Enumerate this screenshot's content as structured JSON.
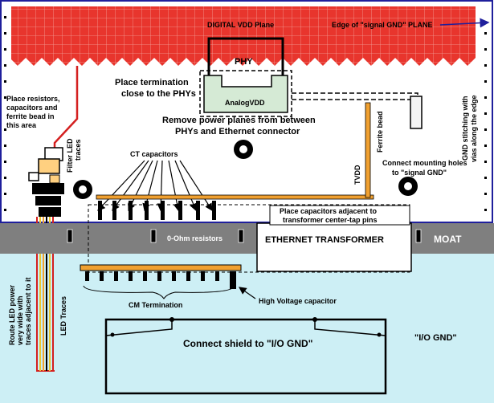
{
  "labels": {
    "digital_vdd_plane": "DIGITAL VDD Plane",
    "edge_signal_gnd": "Edge of \"signal GND\" PLANE",
    "phy": "PHY",
    "analog_vdd": "AnalogVDD",
    "place_termination": "Place termination",
    "close_to_phys": "close to the PHYs",
    "remove_power_planes_1": "Remove power planes from between",
    "remove_power_planes_2": "PHYs and Ethernet connector",
    "place_resistors_1": "Place resistors,",
    "place_resistors_2": "capacitors and",
    "place_resistors_3": "ferrite bead in",
    "place_resistors_4": "this area",
    "filter_led_1": "Filter LED",
    "filter_led_2": "traces",
    "ct_capacitors": "CT capacitors",
    "ferrite_bead": "Ferrite bead",
    "tvdd": "TVDD",
    "gnd_stitching_1": "GND stitching with",
    "gnd_stitching_2": "vias along the edge",
    "connect_mounting_1": "Connect mounting holes",
    "connect_mounting_2": "to \"signal GND\"",
    "place_caps_1": "Place capacitors adjacent to",
    "place_caps_2": "transformer center-tap pins",
    "zero_ohm": "0-Ohm resistors",
    "ethernet_transformer": "ETHERNET TRANSFORMER",
    "moat": "MOAT",
    "cm_termination": "CM Termination",
    "high_voltage_cap": "High Voltage capacitor",
    "route_led_1": "Route LED power",
    "route_led_2": "very wide with",
    "route_led_3": "traces adjacent to it",
    "led_traces": "LED Traces",
    "connect_shield": "Connect shield to \"I/O GND\"",
    "io_gnd": "\"I/O GND\""
  },
  "colors": {
    "digital_plane": "#e8352d",
    "moat": "#7f7f7f",
    "io_gnd_region": "#cdeff5",
    "signal_gnd_border": "#1f1f9c",
    "analog_vdd": "#d5ead5",
    "trace_orange": "#f0a030",
    "led_red": "#d42020"
  },
  "icons": [
    "mounting-hole-icon",
    "arrow-icon",
    "via-dot-icon"
  ]
}
